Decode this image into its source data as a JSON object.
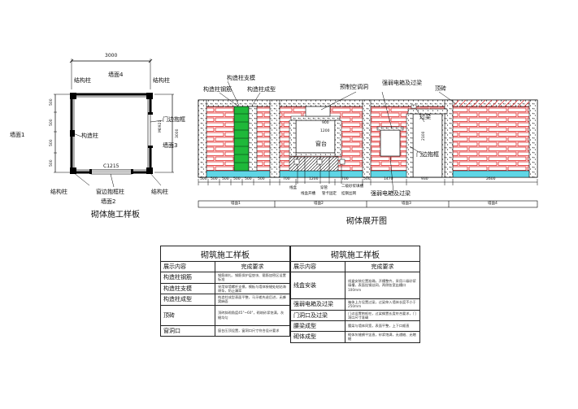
{
  "plan": {
    "dim_width": "3000",
    "dim_height": "3000",
    "wall_top": "墙面4",
    "wall_left": "墙面1",
    "wall_right": "墙面3",
    "wall_bottom": "墙面2",
    "struct_col_tl": "结构柱",
    "struct_col_tr": "结构柱",
    "struct_col_bl": "结构柱",
    "struct_col_br": "结构柱",
    "constr_col": "构造柱",
    "door_frame": "门边抱框",
    "window_frame": "窗边抱框柱",
    "window_code": "C1215",
    "door_code": "M0921",
    "seg_dims": [
      "500",
      "500",
      "500",
      "500"
    ],
    "caption": "砌体施工样板"
  },
  "elevation": {
    "label_col_support": "构造柱支模",
    "label_col_rebar": "构造柱钢筋",
    "label_col_formed": "构造柱成型",
    "label_ac_hole": "预制空调洞",
    "label_weak_box_top": "强弱电箱及过梁",
    "label_top_brick": "顶砖",
    "label_lintel": "过梁",
    "label_door_frame": "门边抱框",
    "label_window": "窗台",
    "label_weak_box_bottom": "强弱电箱及过梁",
    "label_wire_box": "线盒",
    "label_wire_groove": "线盒开槽",
    "label_pipe": "穿管",
    "label_pipe_fix": "管卡固定",
    "label_mortar": "二级砂浆填槽",
    "label_net": "挂钢丝网",
    "dim_1200": "1200",
    "dim_900": "900",
    "dim_2100": "2100",
    "dims_bottom": [
      "500",
      "500",
      "500",
      "500",
      "500",
      "500",
      "700",
      "1200",
      "700",
      "500",
      "1470",
      "930",
      "2600"
    ],
    "wall_names": [
      "墙面1",
      "墙面2",
      "墙面3",
      "墙面4"
    ],
    "caption": "砌体展开图"
  },
  "table_left": {
    "title": "砌筑施工样板",
    "col_item": "展示内容",
    "col_req": "完成要求",
    "rows": [
      {
        "item": "构造柱钢筋",
        "req": "钢筋绑扎、钢筋保护层垫块、箍筋加密区设置标准"
      },
      {
        "item": "构造柱支模",
        "req": "采用穿墙螺杆支模，模板与墙体接缝处粘贴海绵条，防止漏浆"
      },
      {
        "item": "构造柱成型",
        "req": "构造柱成型表面平整，马牙槎先退后进，无蜂窝麻面"
      },
      {
        "item": "顶砖",
        "req": "顶砖斜砌角度45°~60°，砌筑砂浆饱满，灰缝均匀"
      },
      {
        "item": "窗洞口",
        "req": "窗台压顶设置，窗洞口尺寸符合设计要求"
      }
    ]
  },
  "table_right": {
    "title": "砌筑施工样板",
    "col_item": "展示内容",
    "col_req": "完成要求",
    "rows": [
      {
        "item": "线盒安装",
        "req": "线盒安装位置准确，开槽整齐，采用二级砂浆填槽，表面挂钢丝网，两侧各宽出槽口100mm"
      },
      {
        "item": "强弱电箱及过梁",
        "req": "箱体上方设置过梁，过梁伸入墙体长度不小于250mm"
      },
      {
        "item": "门洞口及过梁",
        "req": "门边设置抱框柱，过梁搁置长度符合要求，门洞口尺寸准确"
      },
      {
        "item": "腰梁成型",
        "req": "腰梁与墙体同宽，表面平整，上下口顺直"
      },
      {
        "item": "砌体成型",
        "req": "砌体灰缝横平竖直，砂浆饱满，无通缝、无瞎缝"
      }
    ]
  }
}
